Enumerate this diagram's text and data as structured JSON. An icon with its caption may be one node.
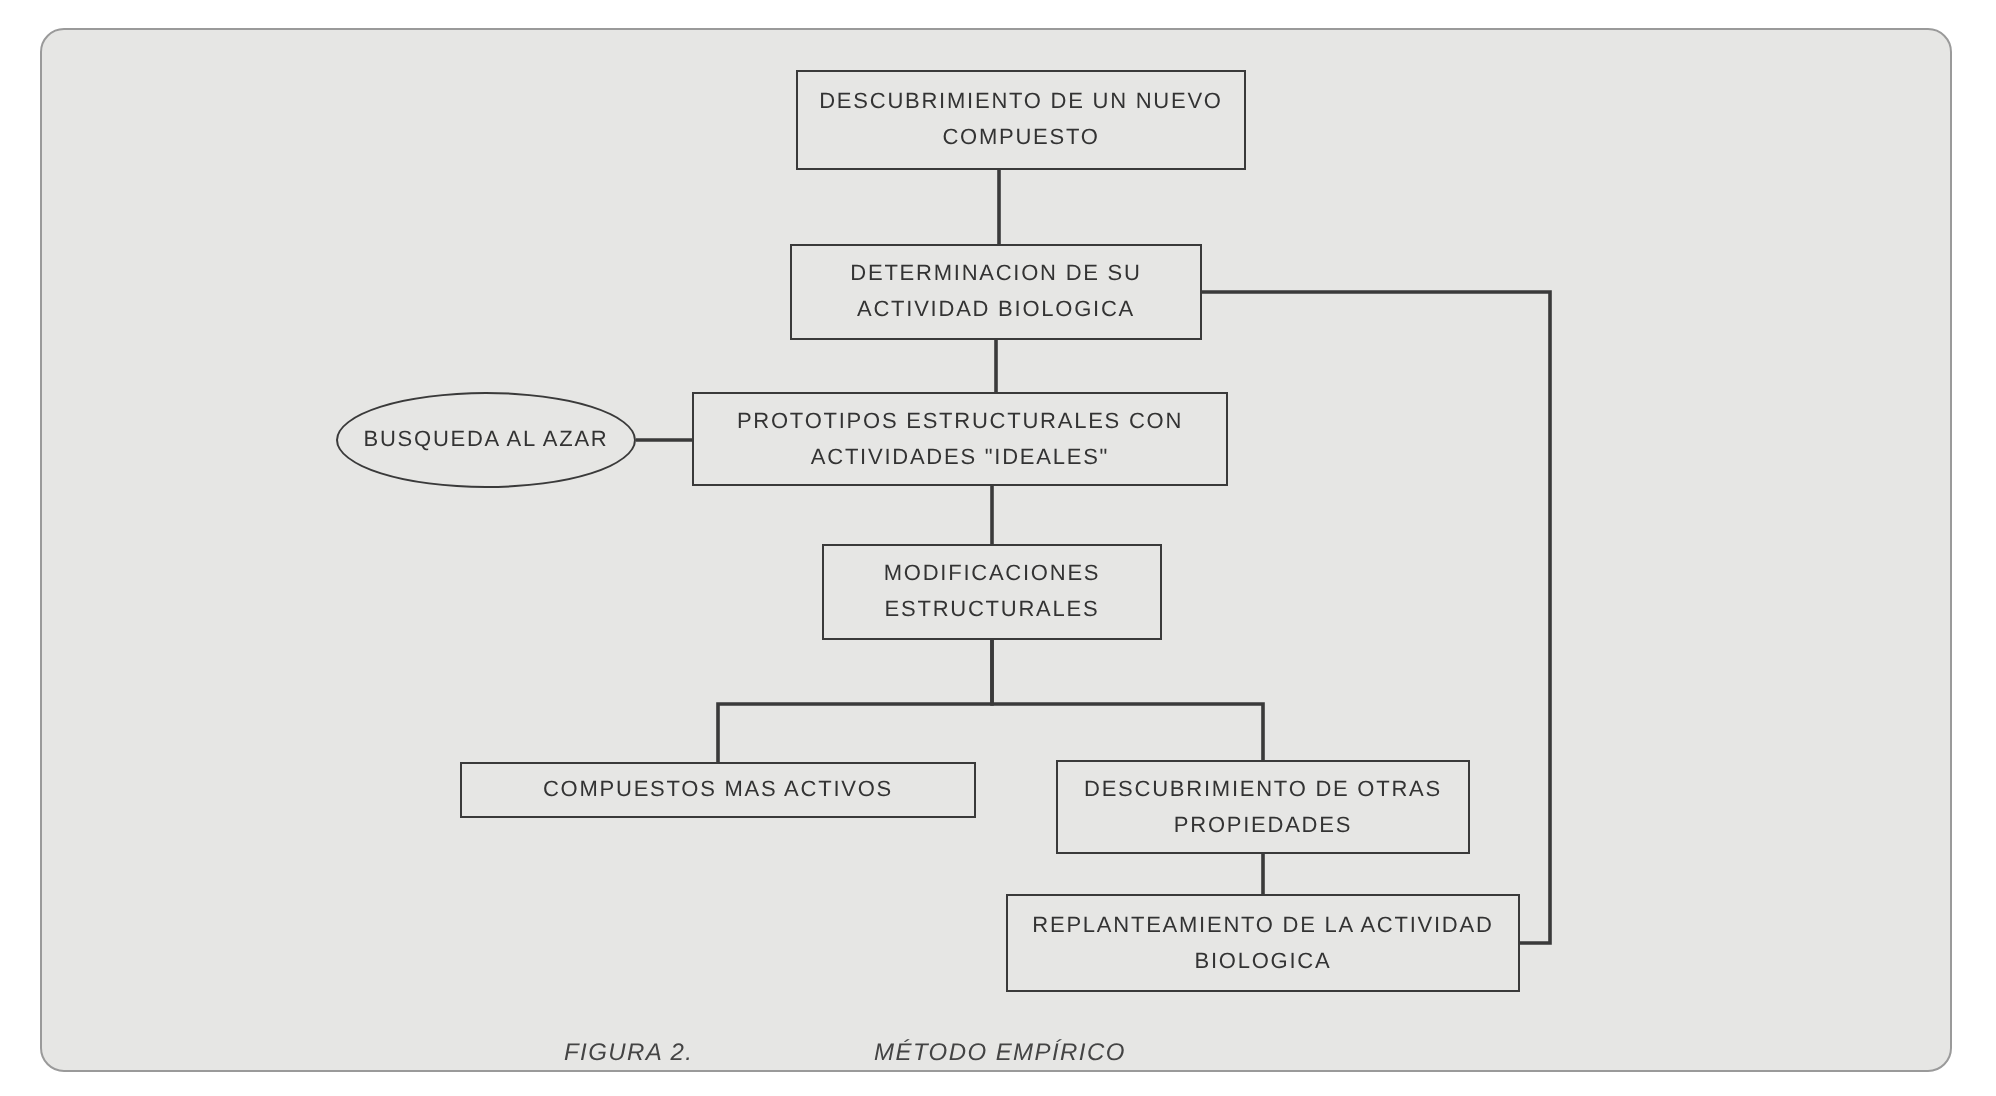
{
  "diagram": {
    "nodes": [
      {
        "text": [
          "DESCUBRIMIENTO DE UN NUEVO COMPUESTO"
        ]
      },
      {
        "text": [
          "DETERMINACION DE SU ACTIVIDAD BIOLOGICA"
        ]
      },
      {
        "text": [
          "BUSQUEDA AL AZAR"
        ]
      },
      {
        "text": [
          "PROTOTIPOS ESTRUCTURALES CON ACTIVIDADES \"IDEALES\""
        ]
      },
      {
        "text": [
          "MODIFICACIONES ESTRUCTURALES"
        ]
      },
      {
        "text": [
          "COMPUESTOS MAS ACTIVOS"
        ]
      },
      {
        "text": [
          "DESCUBRIMIENTO DE OTRAS PROPIEDADES"
        ]
      },
      {
        "text": [
          "REPLANTEAMIENTO DE LA ACTIVIDAD BIOLOGICA"
        ]
      }
    ],
    "edges": [
      {
        "from": 0,
        "to": 1,
        "arrow": "none"
      },
      {
        "from": 1,
        "to": 3,
        "arrow": "none"
      },
      {
        "from": 2,
        "to": 3,
        "arrow": "none"
      },
      {
        "from": 3,
        "to": 4,
        "arrow": "none"
      },
      {
        "from": 4,
        "to": 5,
        "arrow": "none"
      },
      {
        "from": 4,
        "to": 6,
        "arrow": "none"
      },
      {
        "from": 6,
        "to": 7,
        "arrow": "none"
      },
      {
        "from": 1,
        "to": 7,
        "arrow": "none"
      }
    ],
    "labels": [
      "FIGURA 2.",
      "MÉTODO EMPÍRICO"
    ]
  }
}
